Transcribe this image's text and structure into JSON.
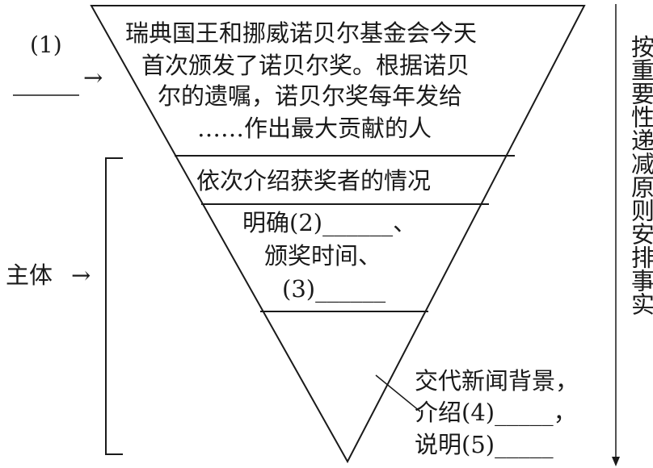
{
  "lead": {
    "line1": "瑞典国王和挪威诺贝尔基金会今天",
    "line2": "首次颁发了诺贝尔奖。根据诺贝",
    "line3": "尔的遗嘱，诺贝尔奖每年发给",
    "line4": "……作出最大贡献的人"
  },
  "label_blank1": "(1)",
  "arrow_right": "→",
  "label_body": "主体",
  "section2": "依次介绍获奖者的情况",
  "section3": {
    "line1": "明确(2)______、",
    "line2": "颁奖时间、",
    "line3": "(3)______"
  },
  "section4": {
    "line1": "交代新闻背景，",
    "line2": "介绍(4)_____，",
    "line3": "说明(5)_____"
  },
  "side_note": "按重要性递减原则安排事实"
}
